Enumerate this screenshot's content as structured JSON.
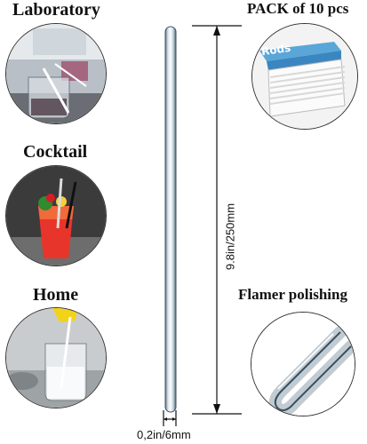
{
  "labels": {
    "laboratory": "Laboratory",
    "cocktail": "Cocktail",
    "home": "Home",
    "pack": "PACK of 10 pcs",
    "flamer": "Flamer polishing"
  },
  "package": {
    "brand": "Rods"
  },
  "dimensions": {
    "length": "9.8in/250mm",
    "diameter": "0,2in/6mm"
  }
}
